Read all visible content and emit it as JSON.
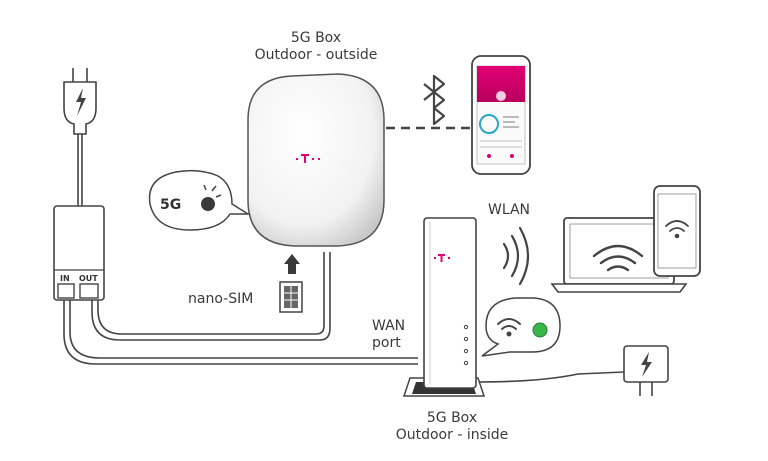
{
  "labels": {
    "outdoor_outside_line1": "5G Box",
    "outdoor_outside_line2": "Outdoor - outside",
    "outdoor_inside_line1": "5G Box",
    "outdoor_inside_line2": "Outdoor - inside",
    "wan_line1": "WAN",
    "wan_line2": "port",
    "wlan": "WLAN",
    "nano_sim": "nano-SIM",
    "network_bubble": "5G",
    "poe_in": "IN",
    "poe_out": "OUT"
  },
  "colors": {
    "brand_magenta": "#E20074",
    "status_green": "#39B54A",
    "outline": "#444444"
  }
}
